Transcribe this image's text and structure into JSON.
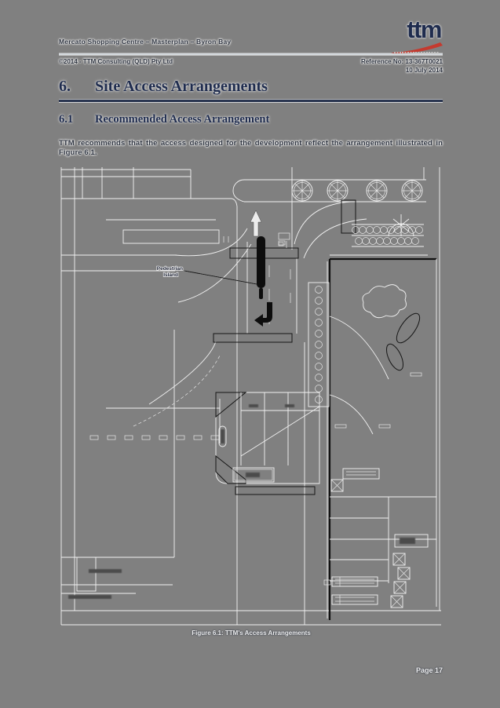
{
  "page": {
    "background": "#808080",
    "page_number": "Page 17"
  },
  "header": {
    "project_title": "Mercato Shopping Centre – Masterplan – Byron Bay",
    "copyright_line": "©2014 - TTM Consulting (QLD) Pty Ltd",
    "reference_line": "Reference No: 13-367T0021",
    "date_line": "10 July 2014",
    "logo_text": "ttm"
  },
  "section": {
    "number": "6.",
    "title": "Site Access Arrangements"
  },
  "subsection": {
    "number": "6.1",
    "title": "Recommended Access Arrangement"
  },
  "body": {
    "paragraph": "TTM recommends that the access designed for the development reflect the arrangement illustrated in Figure 6.1."
  },
  "figure": {
    "caption": "Figure 6.1: TTM's Access Arrangements",
    "labels": {
      "pedestrian_island_line1": "Pedestrian",
      "pedestrian_island_line2": "Island"
    }
  },
  "colors": {
    "page_grey": "#808080",
    "heading_navy": "#1f2c4e",
    "logo_red": "#c43a2f",
    "drawing_line_white": "#f2f2f2",
    "drawing_black": "#0d0d0d"
  }
}
